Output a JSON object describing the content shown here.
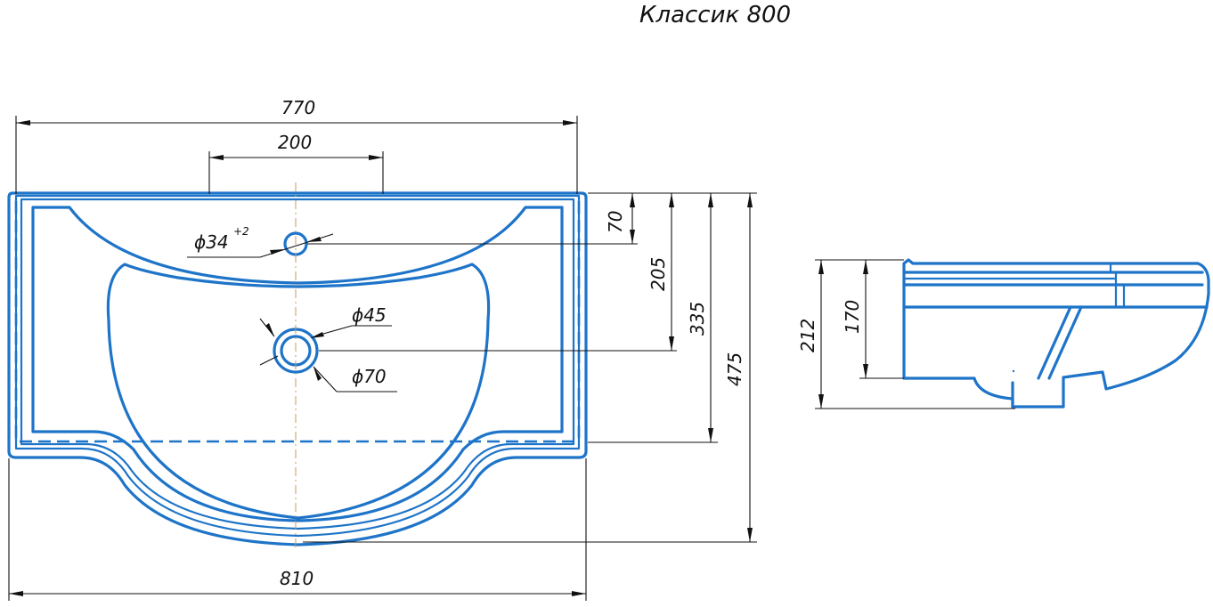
{
  "title": "Классик 800",
  "colors": {
    "outline": "#1e74c8",
    "dimension": "#111111",
    "centerline": "#c89a5a"
  },
  "dimensions": {
    "bowl_width": "770",
    "faucet_spacing": "200",
    "overall_width": "810",
    "faucet_hole_diameter": "ϕ34",
    "faucet_hole_tolerance": "+2",
    "drain_inner_diameter": "ϕ45",
    "drain_outer_diameter": "ϕ70",
    "faucet_hole_offset": "70",
    "drain_offset": "205",
    "deck_depth": "335",
    "overall_depth": "475",
    "side_overall_height": "212",
    "side_bowl_height": "170"
  }
}
